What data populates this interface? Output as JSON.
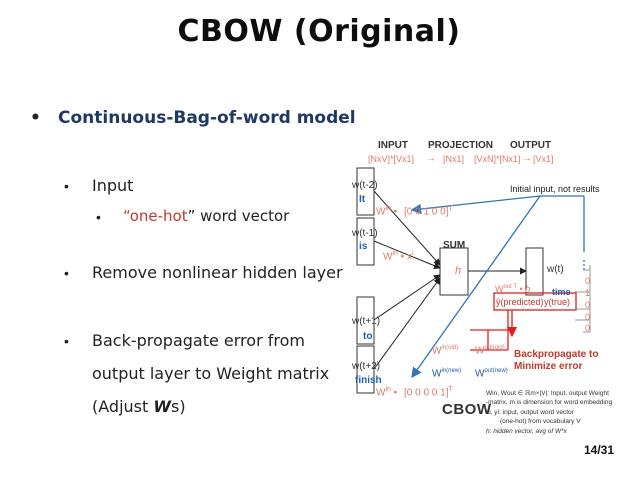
{
  "title": "CBOW (Original)",
  "bullets": {
    "main": "Continuous-Bag-of-word model",
    "input": "Input",
    "onehot_quote_open": "“",
    "onehot_red": "one-hot",
    "onehot_rest": "” word vector",
    "remove": "Remove nonlinear hidden layer",
    "backprop_line1": "Back-propagate error from",
    "backprop_line2": "output layer to Weight matrix",
    "adjust_open": "(Adjust ",
    "adjust_w": "W",
    "adjust_close": "s)"
  },
  "diagram": {
    "hdr_input": "INPUT",
    "hdr_projection": "PROJECTION",
    "hdr_output": "OUTPUT",
    "dims_left": "[NxV]*[Vx1]",
    "dims_arrow1": "→",
    "dims_mid": "[Nx1]",
    "dims_right": "[VxN]*[Nx1]",
    "dims_arrow2": "→",
    "dims_out": "[Vx1]",
    "initial_note": "Initial input, not results",
    "w_t2": "w(t-2)",
    "w_t1": "w(t-1)",
    "w_tp1": "w(t+1)",
    "w_tp2": "w(t+2)",
    "w_t": "w(t)",
    "word_it": "It",
    "word_is": "is",
    "word_to": "to",
    "word_finish": "finish",
    "win1": "W",
    "win1_sup": "in",
    "vec1": "[0 0 1 0 0]",
    "vec1_sup": "T",
    "win2": "W",
    "win2_sup": "in",
    "xi": "x",
    "xi_sup": "i",
    "win3": "W",
    "win3_sup": "in",
    "vec3": "[0 0 0 0 1]",
    "vec3_sup": "T",
    "sum": "SUM",
    "h": "h",
    "wout": "W",
    "wout_sup": "out T",
    "h2": "h",
    "ypred": "ŷ(predicted)",
    "ytrue": "y(true)",
    "time": "time",
    "col_vals": [
      "0",
      "1",
      "0",
      "0",
      "0"
    ],
    "win_old": "W",
    "win_old_sup": "in(old)",
    "win_new": "W",
    "win_new_sup": "in(new)",
    "wout_old": "W",
    "wout_old_sup": "out(old)",
    "wout_new": "W",
    "wout_new_sup": "out(new)",
    "backprop1": "Backpropagate to",
    "backprop2": "Minimize error",
    "cbow": "CBOW",
    "legend1": "W",
    "legend_text1": "in, W",
    "legend_text2": "out ∈ ℝ",
    "legend_text3": "m×|V|: Input, output Weight",
    "legend_l2": "-matrix, m is dimension for word embedding",
    "legend_l3": "x",
    "legend_l3b": "i, y",
    "legend_l3c": "i: input, output word vector",
    "legend_l4": "(one-hot) from vocabulary V",
    "legend_l5": "h: hidden vector, avg of W*x"
  },
  "page_number": "14/31",
  "colors": {
    "title": "#0d0d0d",
    "heading_blue": "#1f3864",
    "red": "#c0392b",
    "blue_word": "#1f5fa8",
    "arrow_blue": "#2e75b6",
    "arrow_red": "#e02020"
  }
}
